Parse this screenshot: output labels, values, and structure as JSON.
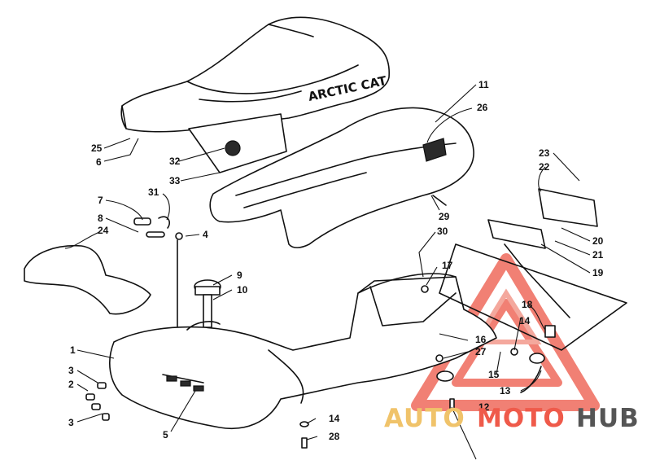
{
  "diagram": {
    "seat_brand": "ARCTIC CAT",
    "callouts": [
      "1",
      "2",
      "3",
      "3",
      "4",
      "5",
      "6",
      "7",
      "8",
      "9",
      "10",
      "11",
      "12",
      "13",
      "14",
      "14",
      "15",
      "16",
      "17",
      "18",
      "19",
      "20",
      "21",
      "22",
      "23",
      "24",
      "25",
      "26",
      "27",
      "28",
      "29",
      "30",
      "31",
      "32",
      "33"
    ]
  },
  "watermark": {
    "part1": "AUTO",
    "part2": "MOTO",
    "part3": "HUB",
    "colors": {
      "auto": "#f0c36a",
      "moto": "#ef5a4a",
      "hub": "#555555"
    }
  }
}
